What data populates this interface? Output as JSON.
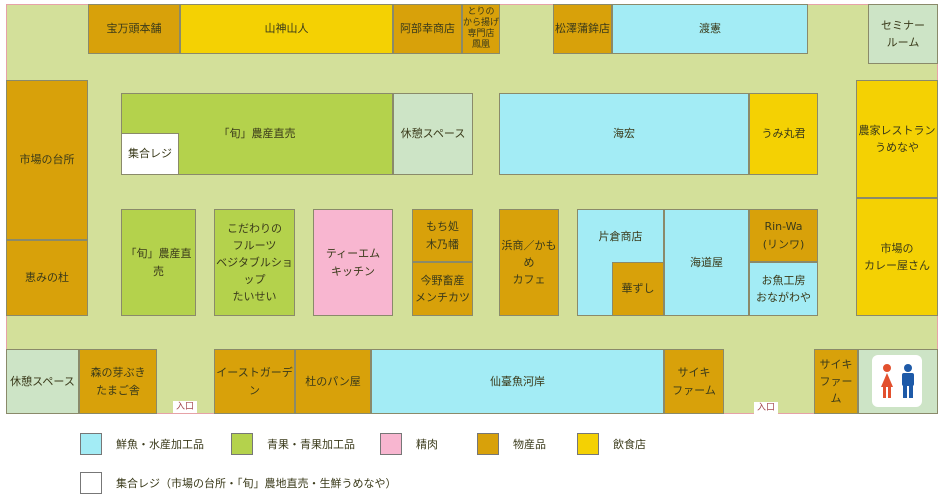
{
  "colors": {
    "fish": "#a3ecf5",
    "veg": "#b4d24c",
    "meat": "#f8b6d0",
    "products": "#d8a10a",
    "food": "#f4d103",
    "register": "#ffffff",
    "floor": "#d3e09a",
    "rest": "#cde4c6"
  },
  "shops": {
    "takaramanju": "宝万頭本舗",
    "sanjin": "山神山人",
    "abe": "阿部幸商店",
    "karaage": "とりの\nから揚げ\n専門店\n鳳凰",
    "matsuzawa": "松澤蒲鉾店",
    "watanabe": "渡憲",
    "seminar": "セミナー\nルーム",
    "daidokoro": "市場の台所",
    "megumi": "恵みの杜",
    "shun_main": "「旬」農産直売",
    "register": "集合レジ",
    "rest_center": "休憩スペース",
    "kaiko": "海宏",
    "umimaru": "うみ丸君",
    "umenaya": "農家レストラン\nうめなや",
    "curry": "市場の\nカレー屋さん",
    "shun_small": "「旬」農産直売",
    "kodawari": "こだわりの\nフルーツ\nベジタブルショップ\nたいせい",
    "tm_kitchen": "ティーエム\nキッチン",
    "mochi": "もち処\n木乃幡",
    "konno": "今野畜産\nメンチカツ",
    "hamasho": "浜商／かもめ\nカフェ",
    "katakura": "片倉商店",
    "hanazushi": "華ずし",
    "kaidouya": "海道屋",
    "rinwa": "Rin-Wa\n(リンワ)",
    "onagawaya": "お魚工房\nおながわや",
    "rest_left": "休憩スペース",
    "morinome": "森の芽ぶき\nたまご舎",
    "east_garden": "イーストガーデン",
    "mori_pan": "杜のパン屋",
    "sendai_uogashi": "仙臺魚河岸",
    "saiki_1": "サイキ\nファーム",
    "saiki_2": "サイキ\nファーム"
  },
  "entrances": {
    "left": "入口",
    "right": "入口"
  },
  "toilet": {
    "icons": [
      "female-icon",
      "male-icon"
    ]
  },
  "legend": [
    {
      "label": "鮮魚・水産加工品",
      "color": "#a3ecf5"
    },
    {
      "label": "青果・青果加工品",
      "color": "#b4d24c"
    },
    {
      "label": "精肉",
      "color": "#f8b6d0"
    },
    {
      "label": "物産品",
      "color": "#d8a10a"
    },
    {
      "label": "飲食店",
      "color": "#f4d103"
    },
    {
      "label": "集合レジ（市場の台所・「旬」農地直売・生鮮うめなや）",
      "color": "#ffffff"
    }
  ]
}
